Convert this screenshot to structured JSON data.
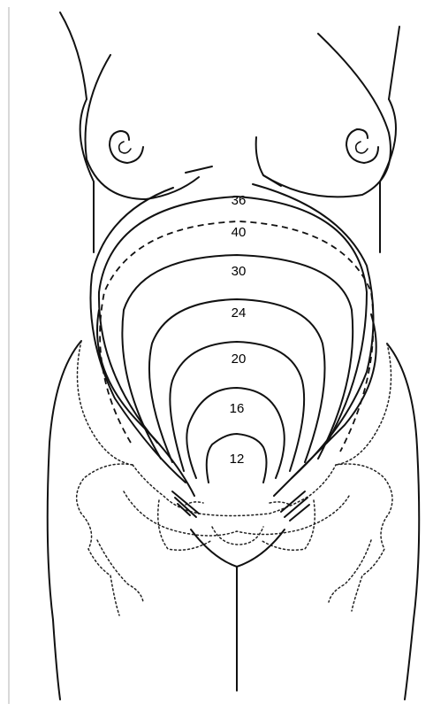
{
  "fundal_height_labels": [
    {
      "id": "36",
      "text": "36"
    },
    {
      "id": "40",
      "text": "40"
    },
    {
      "id": "30",
      "text": "30"
    },
    {
      "id": "24",
      "text": "24"
    },
    {
      "id": "20",
      "text": "20"
    },
    {
      "id": "16",
      "text": "16"
    },
    {
      "id": "12",
      "text": "12"
    }
  ]
}
